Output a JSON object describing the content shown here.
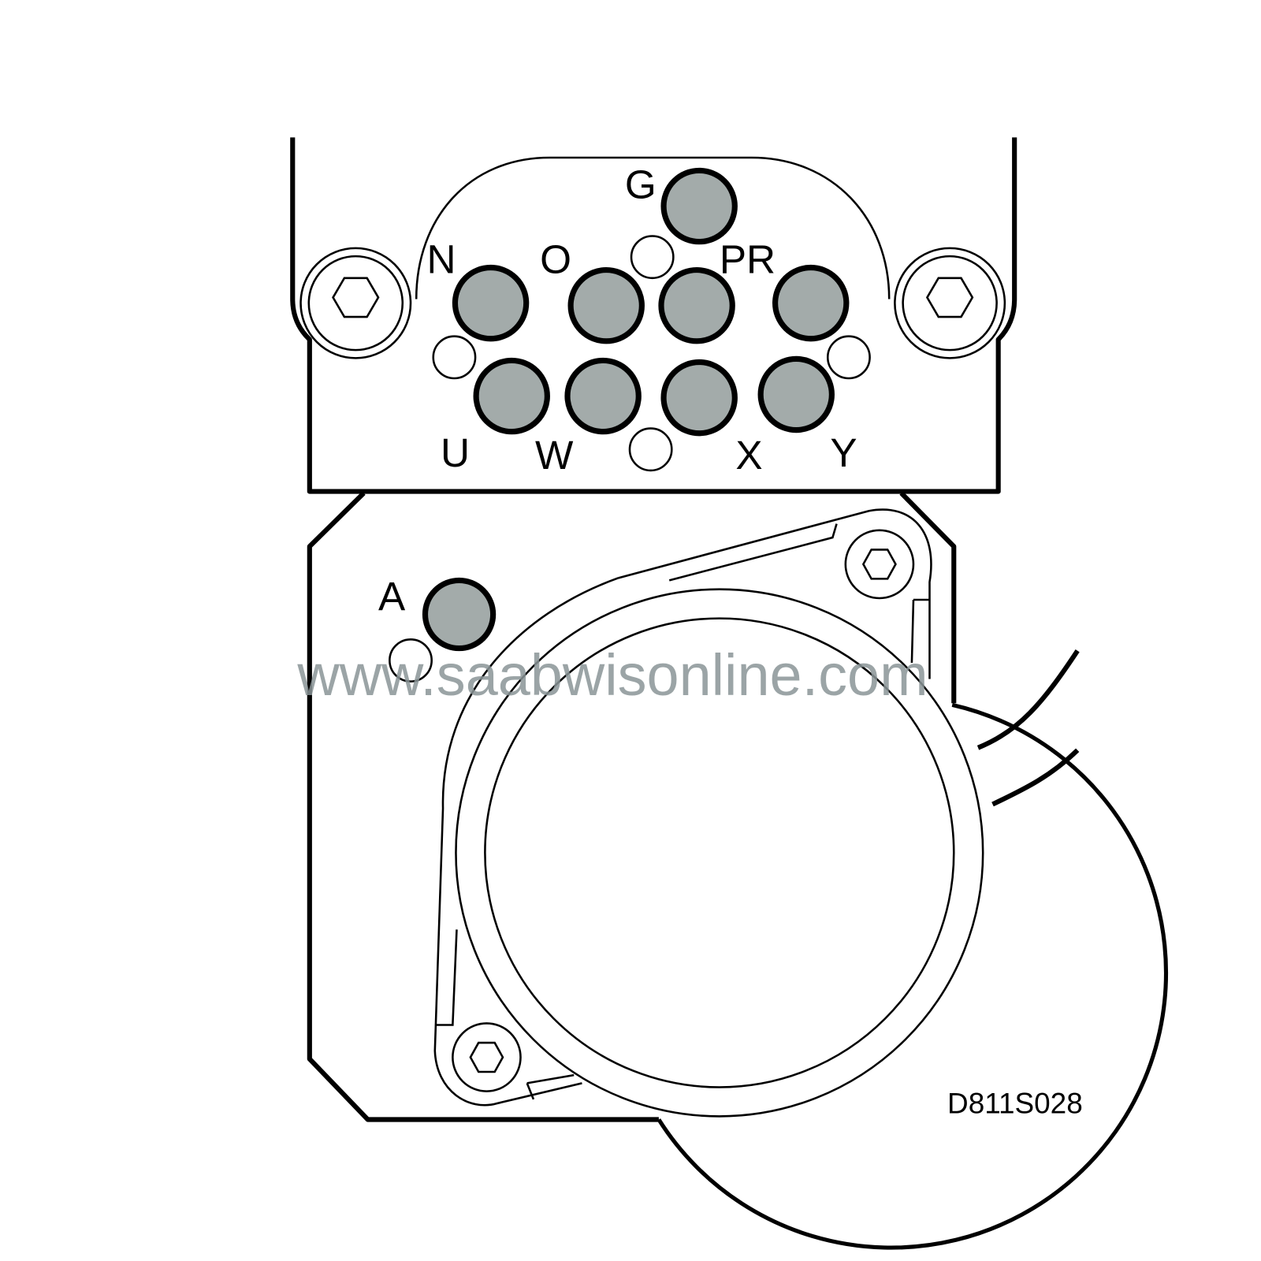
{
  "diagram": {
    "pin_labels": {
      "G": "G",
      "N": "N",
      "O": "O",
      "PR": "PR",
      "U": "U",
      "W": "W",
      "X": "X",
      "Y": "Y",
      "A": "A"
    },
    "figure_code": "D811S028",
    "watermark": "www.saabwisonline.com",
    "colors": {
      "pin_fill": "#a3abaa",
      "line": "#000000",
      "watermark": "#8a9597"
    }
  }
}
